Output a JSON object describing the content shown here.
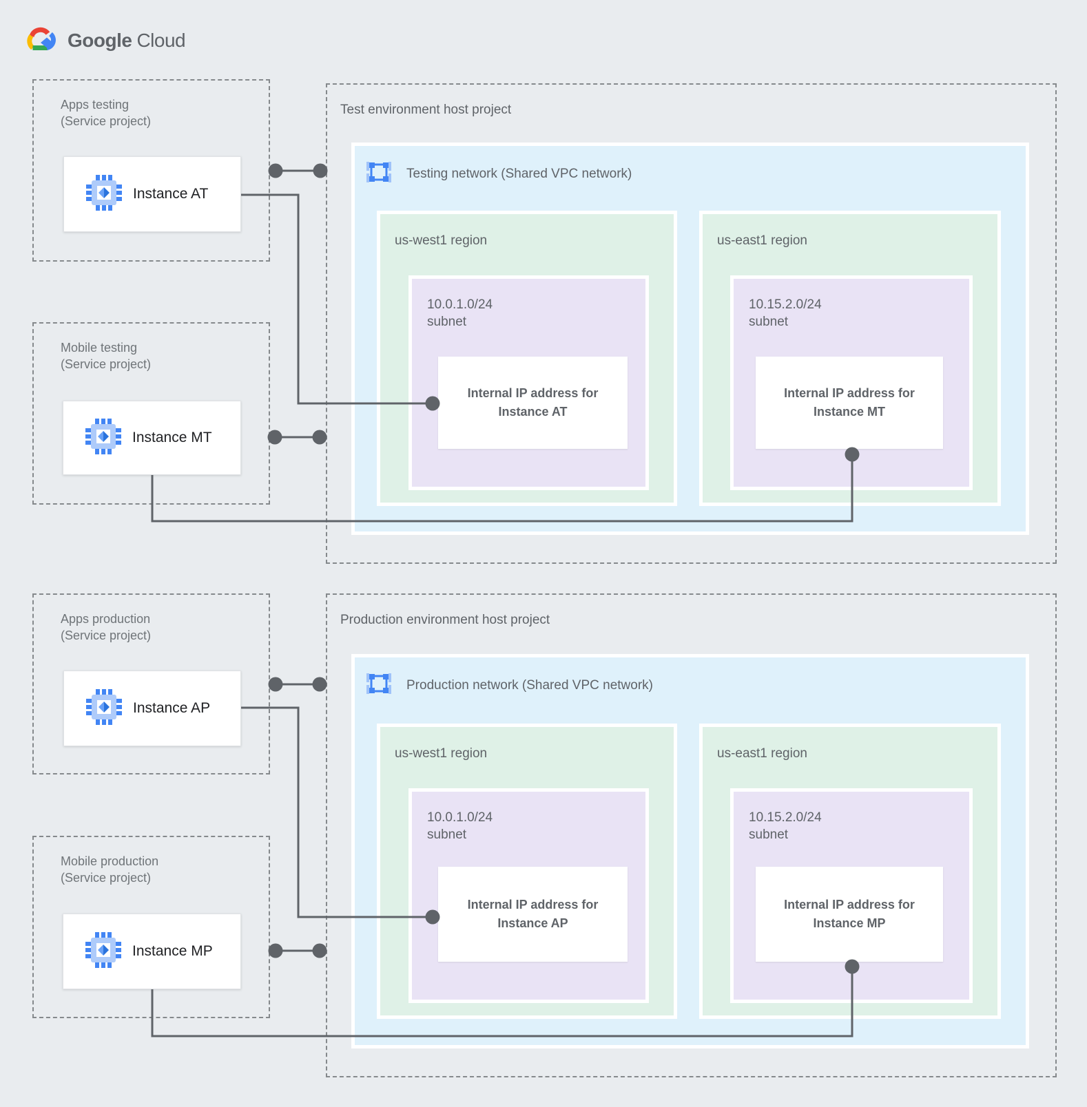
{
  "logo": {
    "brand_bold": "Google",
    "brand_light": "Cloud"
  },
  "palette": {
    "background": "#e9ecef",
    "network_fill": "#dff1fb",
    "region_fill": "#dff1e7",
    "subnet_fill": "#e9e3f5",
    "connector": "#5f6368",
    "accent_blue": "#4285f4",
    "accent_blue_light": "#aecbfa",
    "text_gray": "#5f6368"
  },
  "icons": {
    "instance": "compute-engine-icon",
    "network": "vpc-network-icon",
    "logo": "google-cloud-icon"
  },
  "sections": {
    "test": {
      "host_title": "Test environment host project",
      "network_label": "Testing network (Shared VPC network)",
      "projects": [
        {
          "title_line1": "Apps testing",
          "title_line2": "(Service project)",
          "instance_label": "Instance AT"
        },
        {
          "title_line1": "Mobile testing",
          "title_line2": "(Service project)",
          "instance_label": "Instance MT"
        }
      ],
      "regions": [
        {
          "name": "us-west1 region",
          "cidr": "10.0.1.0/24",
          "subnet_word": "subnet",
          "ip_lines": [
            "Internal IP address for",
            "Instance AT"
          ]
        },
        {
          "name": "us-east1 region",
          "cidr": "10.15.2.0/24",
          "subnet_word": "subnet",
          "ip_lines": [
            "Internal IP address for",
            "Instance MT"
          ]
        }
      ]
    },
    "prod": {
      "host_title": "Production environment host project",
      "network_label": "Production network (Shared VPC network)",
      "projects": [
        {
          "title_line1": "Apps production",
          "title_line2": "(Service project)",
          "instance_label": "Instance AP"
        },
        {
          "title_line1": "Mobile production",
          "title_line2": "(Service project)",
          "instance_label": "Instance MP"
        }
      ],
      "regions": [
        {
          "name": "us-west1 region",
          "cidr": "10.0.1.0/24",
          "subnet_word": "subnet",
          "ip_lines": [
            "Internal IP address for",
            "Instance AP"
          ]
        },
        {
          "name": "us-east1 region",
          "cidr": "10.15.2.0/24",
          "subnet_word": "subnet",
          "ip_lines": [
            "Internal IP address for",
            "Instance MP"
          ]
        }
      ]
    }
  }
}
